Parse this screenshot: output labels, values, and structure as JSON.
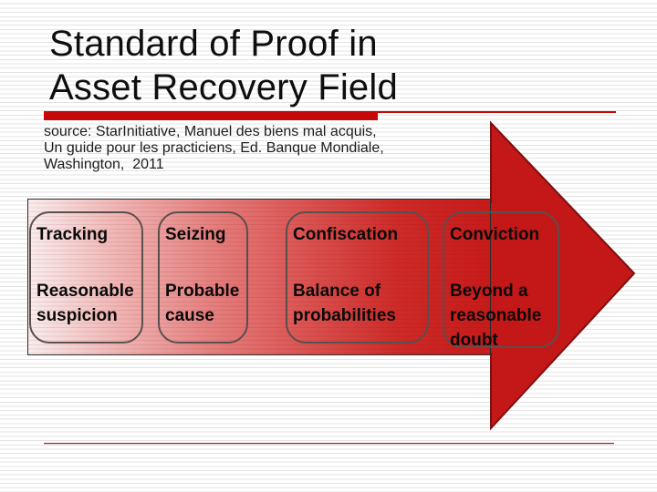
{
  "slide": {
    "title_lines": [
      "Standard of Proof in",
      "Asset Recovery Field"
    ],
    "source_lines": [
      "source: StarInitiative, Manuel des biens mal acquis,",
      "Un guide pour les practiciens, Ed. Banque Mondiale,",
      "Washington,  2011"
    ]
  },
  "diagram": {
    "type": "process-arrow",
    "stages": [
      {
        "phase": "Tracking",
        "standard": "Reasonable suspicion"
      },
      {
        "phase": "Seizing",
        "standard": "Probable cause"
      },
      {
        "phase": "Confiscation",
        "standard": "Balance of probabilities"
      },
      {
        "phase": "Conviction",
        "standard": "Beyond a reasonable doubt"
      }
    ]
  },
  "colors": {
    "accent_red_bar": "#c60808",
    "arrow_fill": "#c41818",
    "arrow_border": "#7c1010",
    "panel_gradient_start": "#f9eded",
    "panel_gradient_end": "#c71b1a",
    "cell_border": "#5a4f4f",
    "separator_maroon": "#7e2a2a",
    "background_stripe": "#e3e3e3"
  }
}
